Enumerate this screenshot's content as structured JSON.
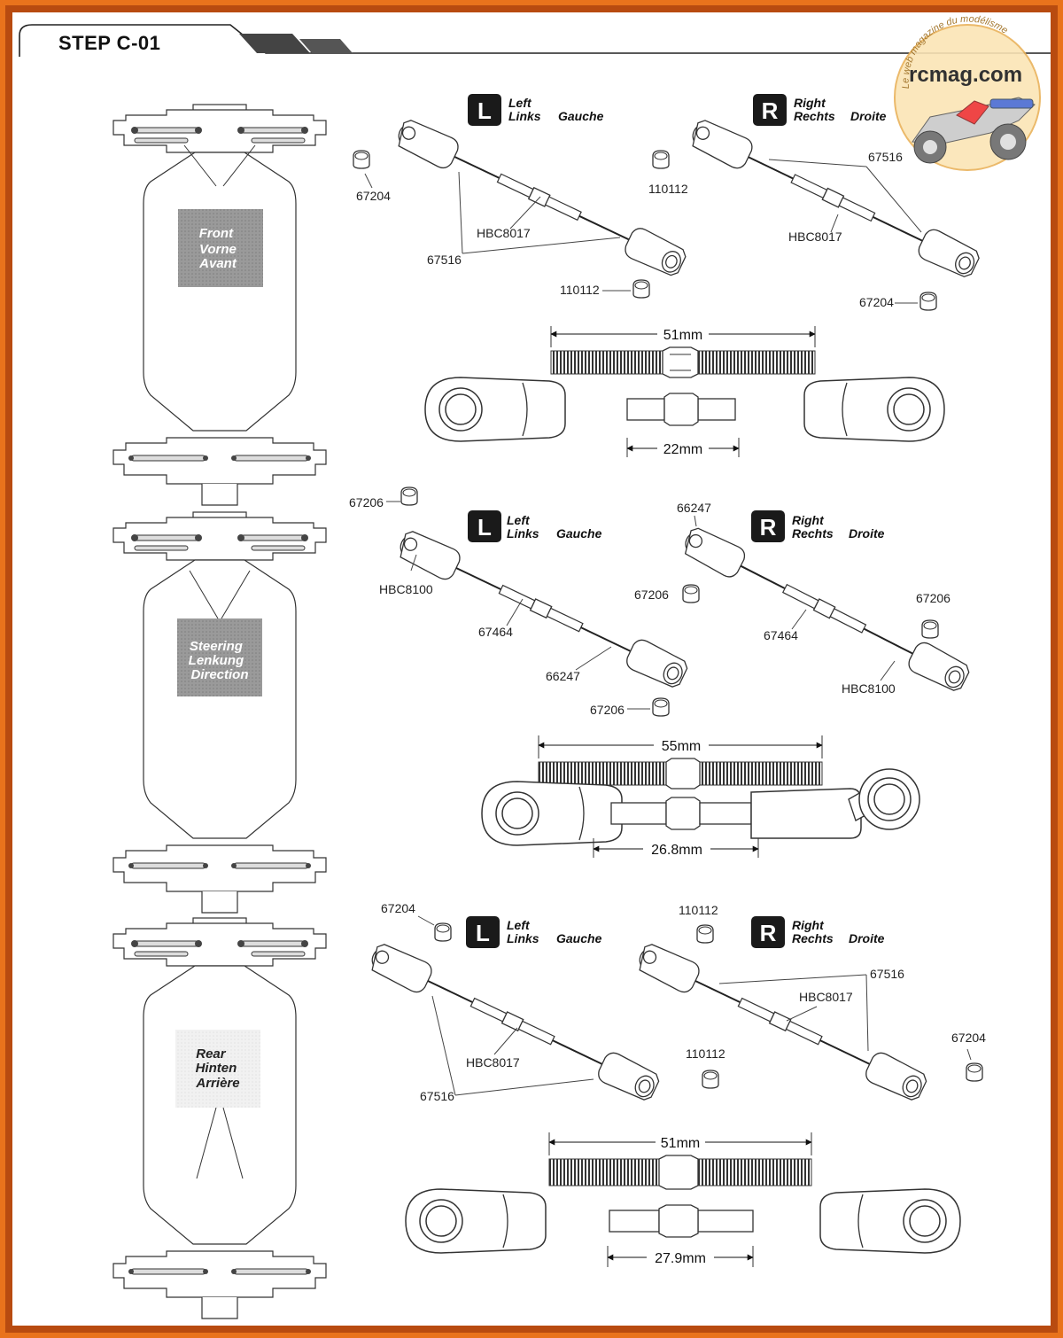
{
  "step_title": "STEP C-01",
  "watermark": {
    "tagline": "Le web magazine du modélisme",
    "site": "rcmag.com"
  },
  "sections": [
    {
      "id": "front",
      "chassis_label": [
        "Front",
        "Vorne",
        "Avant"
      ],
      "left": {
        "letter": "L",
        "en": "Left",
        "de": "Links",
        "fr": "Gauche",
        "parts": [
          "67204",
          "67516",
          "HBC8017",
          "67516",
          "110112"
        ]
      },
      "right": {
        "letter": "R",
        "en": "Right",
        "de": "Rechts",
        "fr": "Droite",
        "parts": [
          "110112",
          "67516",
          "HBC8017",
          "67204"
        ]
      },
      "dimensions": {
        "overall": "51mm",
        "inner": "22mm"
      }
    },
    {
      "id": "steering",
      "chassis_label": [
        "Steering",
        "Lenkung",
        "Direction"
      ],
      "left": {
        "letter": "L",
        "en": "Left",
        "de": "Links",
        "fr": "Gauche",
        "parts": [
          "67206",
          "HBC8100",
          "67464",
          "66247",
          "67206"
        ]
      },
      "right": {
        "letter": "R",
        "en": "Right",
        "de": "Rechts",
        "fr": "Droite",
        "parts": [
          "66247",
          "67206",
          "67464",
          "67206",
          "HBC8100"
        ]
      },
      "dimensions": {
        "overall": "55mm",
        "inner": "26.8mm"
      }
    },
    {
      "id": "rear",
      "chassis_label": [
        "Rear",
        "Hinten",
        "Arrière"
      ],
      "left": {
        "letter": "L",
        "en": "Left",
        "de": "Links",
        "fr": "Gauche",
        "parts": [
          "67204",
          "HBC8017",
          "67516",
          "110112"
        ]
      },
      "right": {
        "letter": "R",
        "en": "Right",
        "de": "Rechts",
        "fr": "Droite",
        "parts": [
          "110112",
          "67516",
          "HBC8017",
          "67204"
        ]
      },
      "dimensions": {
        "overall": "51mm",
        "inner": "27.9mm"
      }
    }
  ],
  "colors": {
    "frame": "#e9731c",
    "frame_dark": "#b84b10",
    "label_bg": "#8c8c8c",
    "badge": "#1a1a1a"
  }
}
